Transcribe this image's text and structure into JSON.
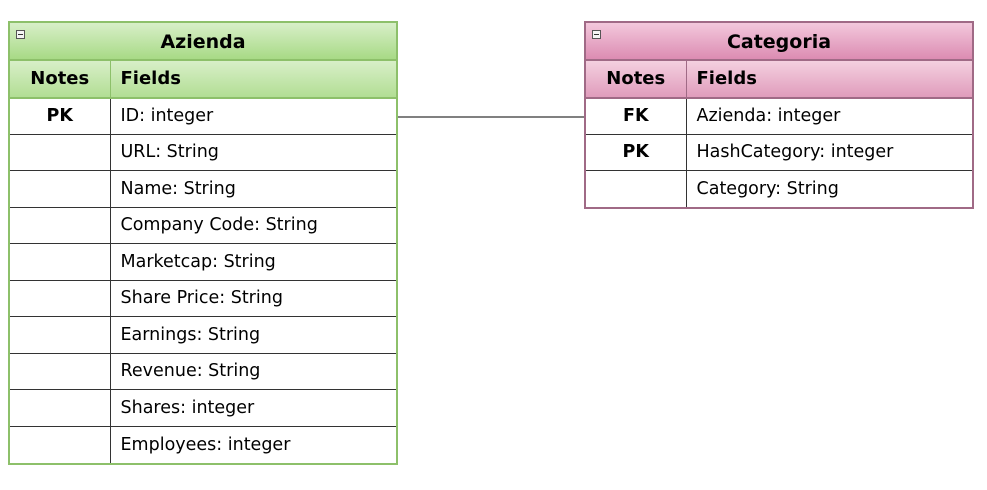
{
  "entities": {
    "azienda": {
      "title": "Azienda",
      "header": {
        "notes": "Notes",
        "fields": "Fields"
      },
      "rows": [
        {
          "note": "PK",
          "field": "ID: integer"
        },
        {
          "note": "",
          "field": "URL: String"
        },
        {
          "note": "",
          "field": "Name: String"
        },
        {
          "note": "",
          "field": "Company Code: String"
        },
        {
          "note": "",
          "field": "Marketcap: String"
        },
        {
          "note": "",
          "field": "Share Price: String"
        },
        {
          "note": "",
          "field": "Earnings: String"
        },
        {
          "note": "",
          "field": "Revenue: String"
        },
        {
          "note": "",
          "field": "Shares: integer"
        },
        {
          "note": "",
          "field": "Employees: integer"
        }
      ]
    },
    "categoria": {
      "title": "Categoria",
      "header": {
        "notes": "Notes",
        "fields": "Fields"
      },
      "rows": [
        {
          "note": "FK",
          "field": "Azienda: integer"
        },
        {
          "note": "PK",
          "field": "HashCategory: integer"
        },
        {
          "note": "",
          "field": "Category: String"
        }
      ]
    }
  },
  "relations": [
    {
      "from": "Azienda.ID",
      "to": "Categoria.Azienda"
    }
  ],
  "colors": {
    "azienda_border": "#8dc06a",
    "categoria_border": "#a06a86"
  }
}
